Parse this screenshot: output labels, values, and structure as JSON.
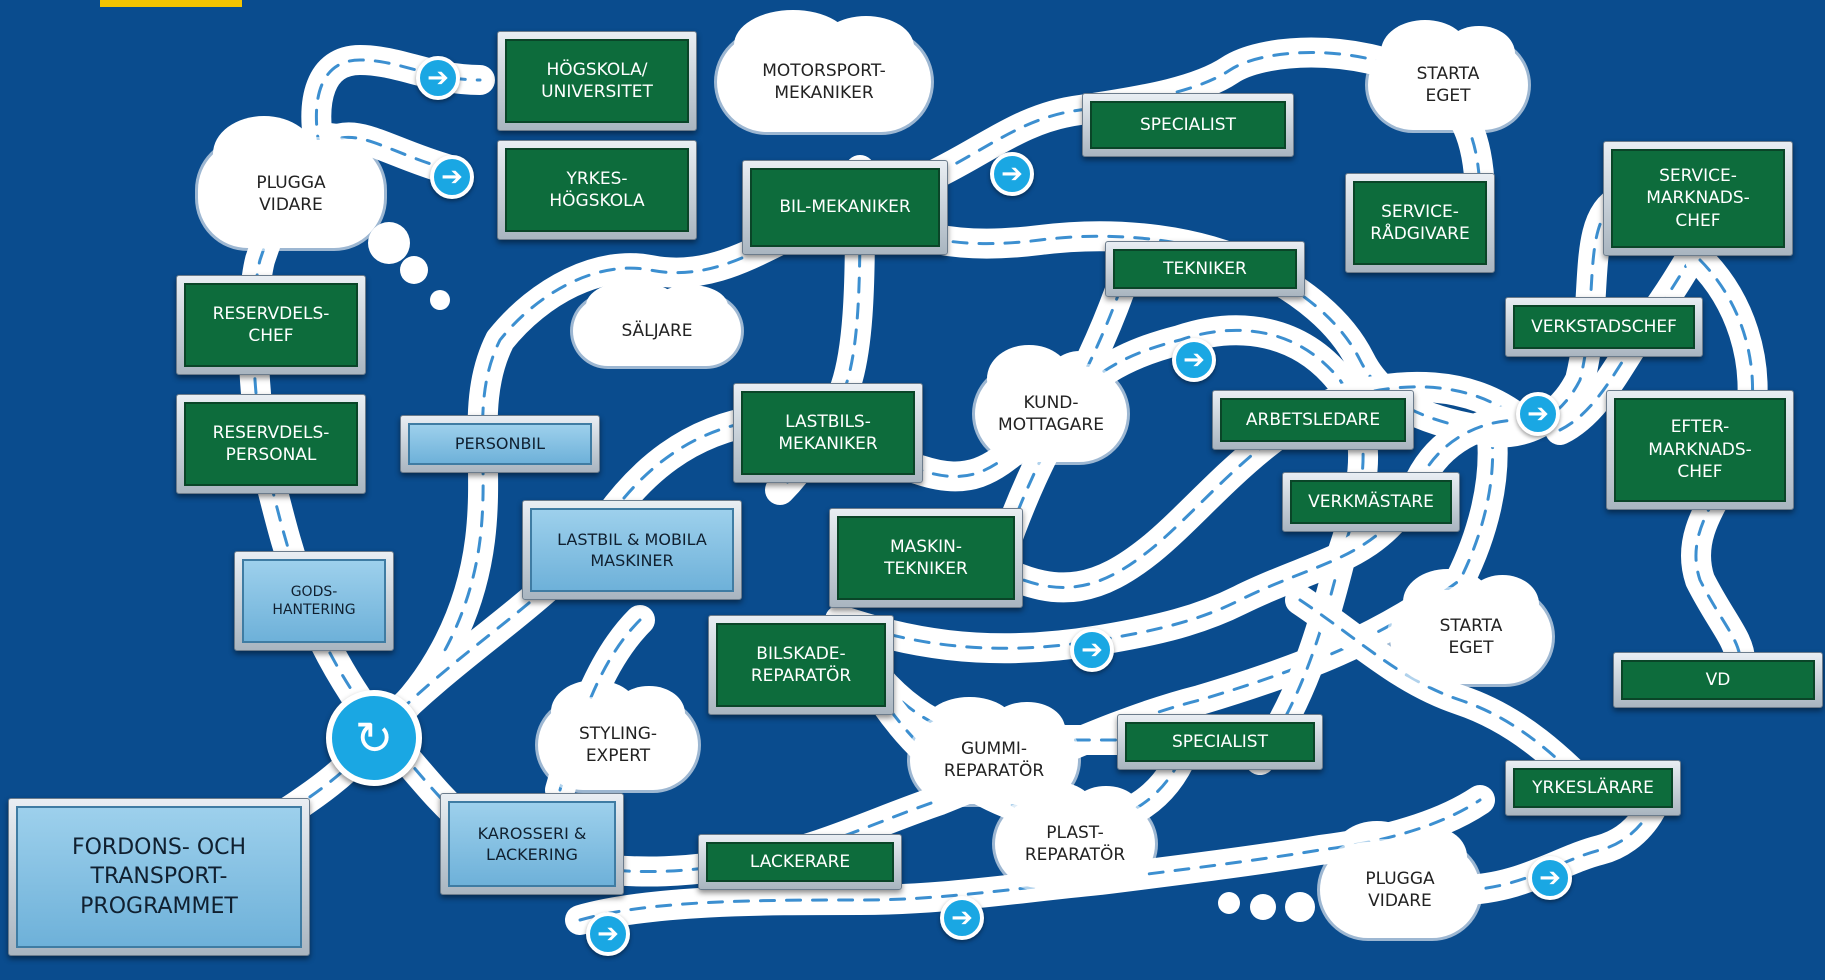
{
  "colors": {
    "background": "#0a4c8e",
    "sign_green": "#0d6c3c",
    "sign_blue": "#7fbfe2",
    "arrow": "#1aa7e3",
    "road": "#ffffff",
    "road_dash": "#3c8fd0",
    "logo_tab": "#f5c400"
  },
  "icons": {
    "arrow": "arrow-right-icon",
    "roundabout": "roundabout-icon"
  },
  "start": "FORDONS- OCH\nTRANSPORT-\nPROGRAMMET",
  "programs": {
    "personbil": "PERSONBIL",
    "lastbil": "LASTBIL & MOBILA\nMASKINER",
    "gods": "GODS-\nHANTERING",
    "karosseri": "KAROSSERI &\nLACKERING"
  },
  "occupations": {
    "hogskola": "HÖGSKOLA/\nUNIVERSITET",
    "yrkeshogskola": "YRKES-\nHÖGSKOLA",
    "reservdelschef": "RESERVDELS-\nCHEF",
    "reservdelspersonal": "RESERVDELS-\nPERSONAL",
    "bilmekaniker": "BIL-MEKANIKER",
    "specialist_top": "SPECIALIST",
    "servicerad": "SERVICE-\nRÅDGIVARE",
    "tekniker": "TEKNIKER",
    "servicechef": "SERVICE-\nMARKNADS-\nCHEF",
    "verkstadschef": "VERKSTADSCHEF",
    "eftermarknadschef": "EFTER-\nMARKNADS-\nCHEF",
    "vd": "VD",
    "lastbilsmekaniker": "LASTBILS-\nMEKANIKER",
    "arbetsledare": "ARBETSLEDARE",
    "verkmastare": "VERKMÄSTARE",
    "maskintekniker": "MASKIN-\nTEKNIKER",
    "bilskade": "BILSKADE-\nREPARATÖR",
    "specialist_bottom": "SPECIALIST",
    "yrkeslarare": "YRKESLÄRARE",
    "lackerare": "LACKERARE"
  },
  "clouds": {
    "plugga1": "PLUGGA\nVIDARE",
    "motorsport": "MOTORSPORT-\nMEKANIKER",
    "starta1": "STARTA\nEGET",
    "saljare": "SÄLJARE",
    "kund": "KUND-\nMOTTAGARE",
    "styling": "STYLING-\nEXPERT",
    "gummi": "GUMMI-\nREPARATÖR",
    "plast": "PLAST-\nREPARATÖR",
    "starta2": "STARTA\nEGET",
    "plugga2": "PLUGGA\nVIDARE"
  }
}
